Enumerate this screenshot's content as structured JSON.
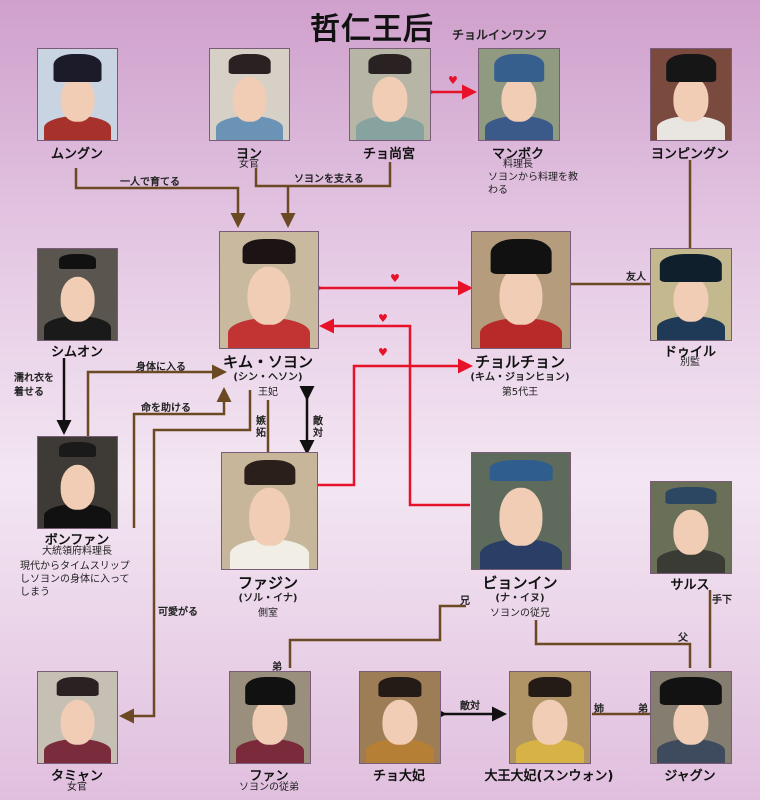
{
  "header": {
    "title": "哲仁王后",
    "reading": "チョルインワンフ"
  },
  "people": {
    "mungun": {
      "name": "ムングン"
    },
    "yon": {
      "name": "ヨン",
      "role": "女官"
    },
    "cho_sanggung": {
      "name": "チョ尚宮"
    },
    "manbok": {
      "name": "マンボク",
      "role": "料理長",
      "note": "ソヨンから料理を教わる"
    },
    "yonpyong": {
      "name": "ヨンピングン"
    },
    "simon": {
      "name": "シムオン"
    },
    "soyong": {
      "name": "キム・ソヨン",
      "actor": "(シン・ヘソン)",
      "role": "王妃"
    },
    "cheoljong": {
      "name": "チョルチョン",
      "actor": "(キム・ジョンヒョン)",
      "role": "第5代王"
    },
    "duil": {
      "name": "ドゥイル",
      "role": "別監"
    },
    "bonghwan": {
      "name": "ボンファン",
      "role": "大統領府料理長",
      "note": "現代からタイムスリップしソヨンの身体に入ってしまう"
    },
    "hwajin": {
      "name": "ファジン",
      "actor": "(ソル・イナ)",
      "role": "側室"
    },
    "byongin": {
      "name": "ビョンイン",
      "actor": "(ナ・イヌ)",
      "role": "ソヨンの従兄"
    },
    "sarusu": {
      "name": "サルス"
    },
    "tamyan": {
      "name": "タミャン",
      "role": "女官"
    },
    "fan": {
      "name": "ファン",
      "role": "ソヨンの従弟"
    },
    "cho_daebi": {
      "name": "チョ大妃"
    },
    "sunwon": {
      "name": "大王大妃(スンウォン)"
    },
    "jagun": {
      "name": "ジャグン"
    }
  },
  "relations": {
    "raise": "一人で育てる",
    "support": "ソヨンを支える",
    "friend": "友人",
    "wet_clothes": "濡れ衣を着せる",
    "enter_body": "身体に入る",
    "save_life": "命を助ける",
    "jealousy": "嫉妬",
    "hostile": "敵対",
    "cute": "可愛がる",
    "elder_brother": "兄",
    "subordinate": "手下",
    "father": "父",
    "younger_brother_fan": "弟",
    "sister": "姉",
    "younger_brother_jagun": "弟",
    "hostile_bottom": "敵対"
  },
  "colors": {
    "arrow_brown": "#6b4a23",
    "arrow_red": "#e8112a",
    "arrow_black": "#111111"
  }
}
